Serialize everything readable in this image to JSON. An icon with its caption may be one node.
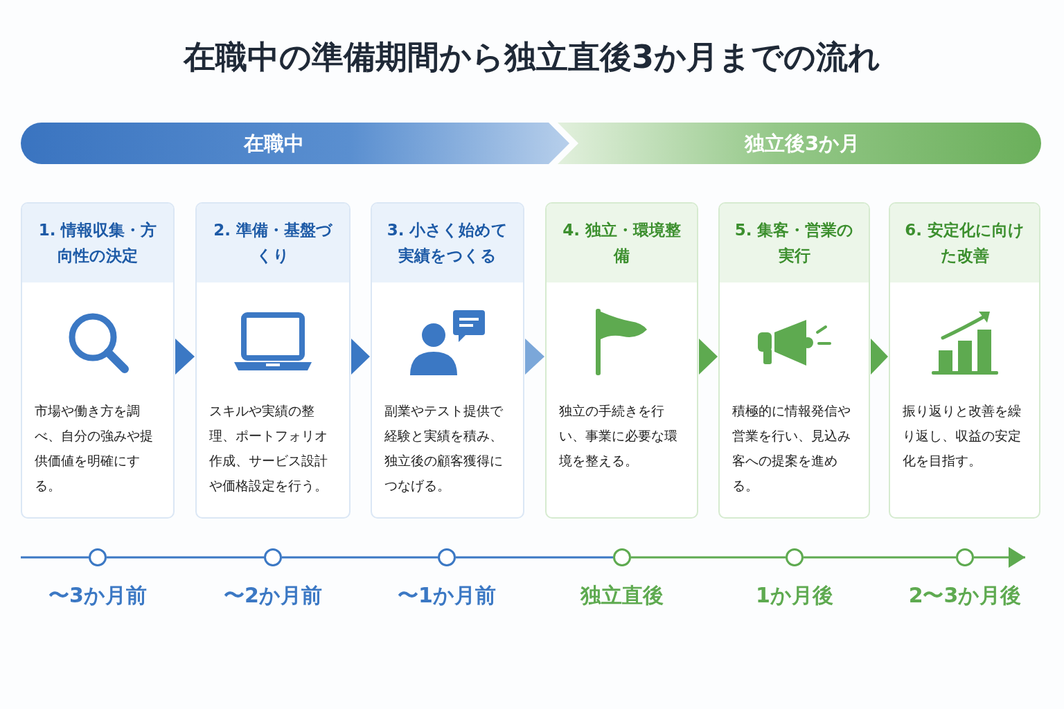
{
  "diagram": {
    "title": "在職中の準備期間から独立直後3か月までの流れ",
    "nodes": [
      {
        "text": [
          "在職中"
        ]
      },
      {
        "text": [
          "独立後3か月"
        ]
      },
      {
        "text": [
          "1. 情報収集・方向性の決定",
          "市場や働き方を調べ、自分の強みや提供価値を明確にする。"
        ]
      },
      {
        "text": [
          "2. 準備・基盤づくり",
          "スキルや実績の整理、ポートフォリオ作成、サービス設計や価格設定を行う。"
        ]
      },
      {
        "text": [
          "3. 小さく始めて実績をつくる",
          "副業やテスト提供で経験と実績を積み、独立後の顧客獲得につなげる。"
        ]
      },
      {
        "text": [
          "4. 独立・環境整備",
          "独立の手続きを行い、事業に必要な環境を整える。"
        ]
      },
      {
        "text": [
          "5. 集客・営業の実行",
          "積極的に情報発信や営業を行い、見込み客への提案を進める。"
        ]
      },
      {
        "text": [
          "6. 安定化に向けた改善",
          "振り返りと改善を繰り返し、収益の安定化を目指す。"
        ]
      },
      {
        "text": [],
        "shape": "circle",
        "beside": [
          "〜3か月前"
        ]
      },
      {
        "text": [],
        "shape": "circle",
        "beside": [
          "〜2か月前"
        ]
      },
      {
        "text": [],
        "shape": "circle",
        "beside": [
          "〜1か月前"
        ]
      },
      {
        "text": [],
        "shape": "circle",
        "beside": [
          "独立直後"
        ]
      },
      {
        "text": [],
        "shape": "circle",
        "beside": [
          "1か月後"
        ]
      },
      {
        "text": [],
        "shape": "circle",
        "beside": [
          "2〜3か月後"
        ]
      }
    ],
    "edges": [
      {
        "from": 2,
        "to": 3,
        "arrow": "to"
      },
      {
        "from": 3,
        "to": 4,
        "arrow": "to"
      },
      {
        "from": 4,
        "to": 5,
        "arrow": "to",
        "color": "#7ba7d9"
      },
      {
        "from": 5,
        "to": 6,
        "arrow": "to",
        "color": "#5eaa50"
      },
      {
        "from": 6,
        "to": 7,
        "arrow": "to",
        "color": "#5eaa50"
      },
      {
        "from": null,
        "to": 8,
        "arrow": "none"
      },
      {
        "from": 8,
        "to": 9,
        "arrow": "none"
      },
      {
        "from": 9,
        "to": 10,
        "arrow": "none"
      },
      {
        "from": 10,
        "to": 11,
        "arrow": "none"
      },
      {
        "from": 11,
        "to": 12,
        "arrow": "none",
        "color": "#5eaa50"
      },
      {
        "from": 12,
        "to": 13,
        "arrow": "none",
        "color": "#5eaa50"
      },
      {
        "from": 13,
        "to": null,
        "arrow": "to",
        "color": "#5eaa50"
      }
    ]
  }
}
